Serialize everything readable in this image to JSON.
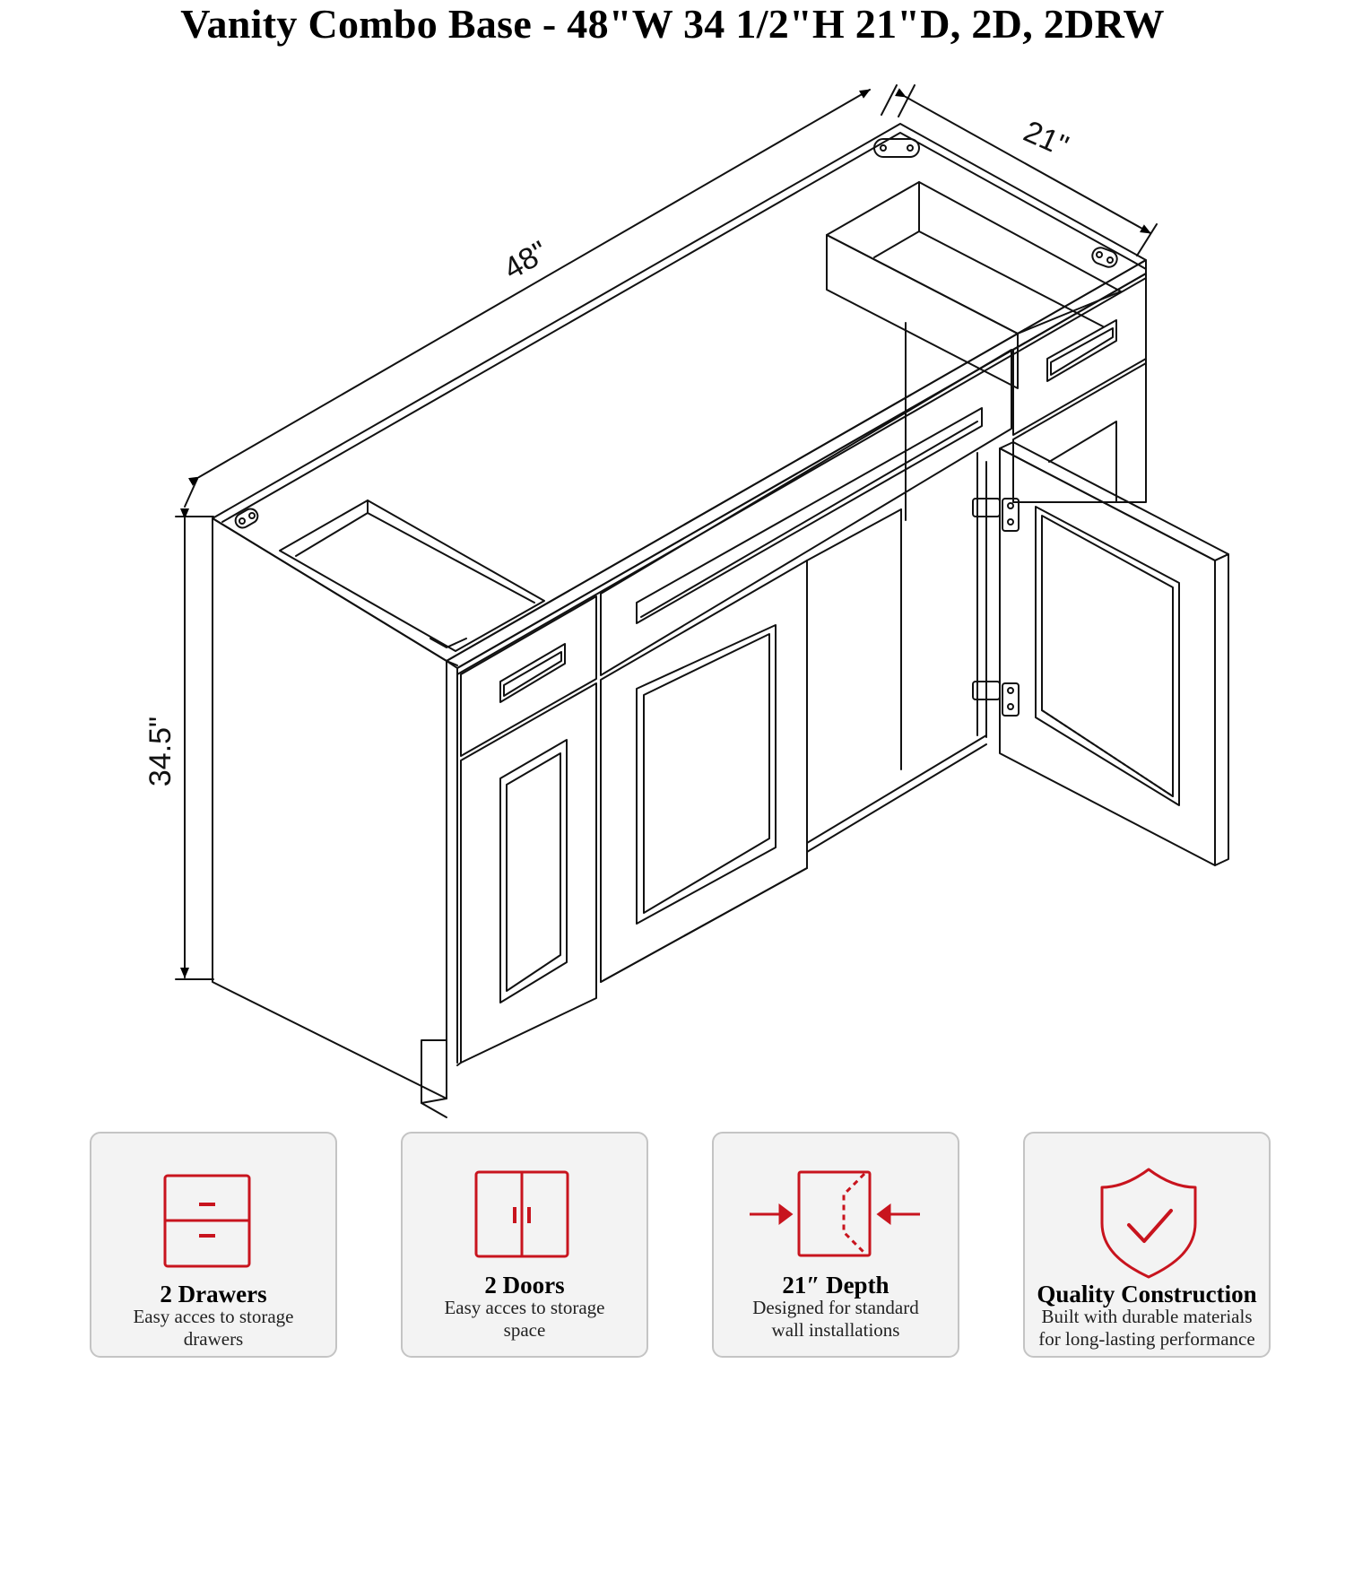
{
  "title": "Vanity Combo Base - 48\"W 34 1/2\"H 21\"D, 2D, 2DRW",
  "dimensions": {
    "width": "48\"",
    "depth": "21\"",
    "height": "34.5\""
  },
  "features": [
    {
      "icon": "drawers-icon",
      "title": "2 Drawers",
      "desc_line1": "Easy acces to storage",
      "desc_line2": "drawers"
    },
    {
      "icon": "doors-icon",
      "title": "2 Doors",
      "desc_line1": "Easy acces to storage",
      "desc_line2": "space"
    },
    {
      "icon": "depth-icon",
      "title": "21″ Depth",
      "desc_line1": "Designed for standard",
      "desc_line2": "wall installations"
    },
    {
      "icon": "shield-check-icon",
      "title": "Quality Construction",
      "desc_line1": "Built with durable materials",
      "desc_line2": "for long-lasting performance"
    }
  ],
  "colors": {
    "accent": "#c8141e",
    "card_border": "#c4c4c4",
    "card_bg": "#f3f3f3"
  }
}
